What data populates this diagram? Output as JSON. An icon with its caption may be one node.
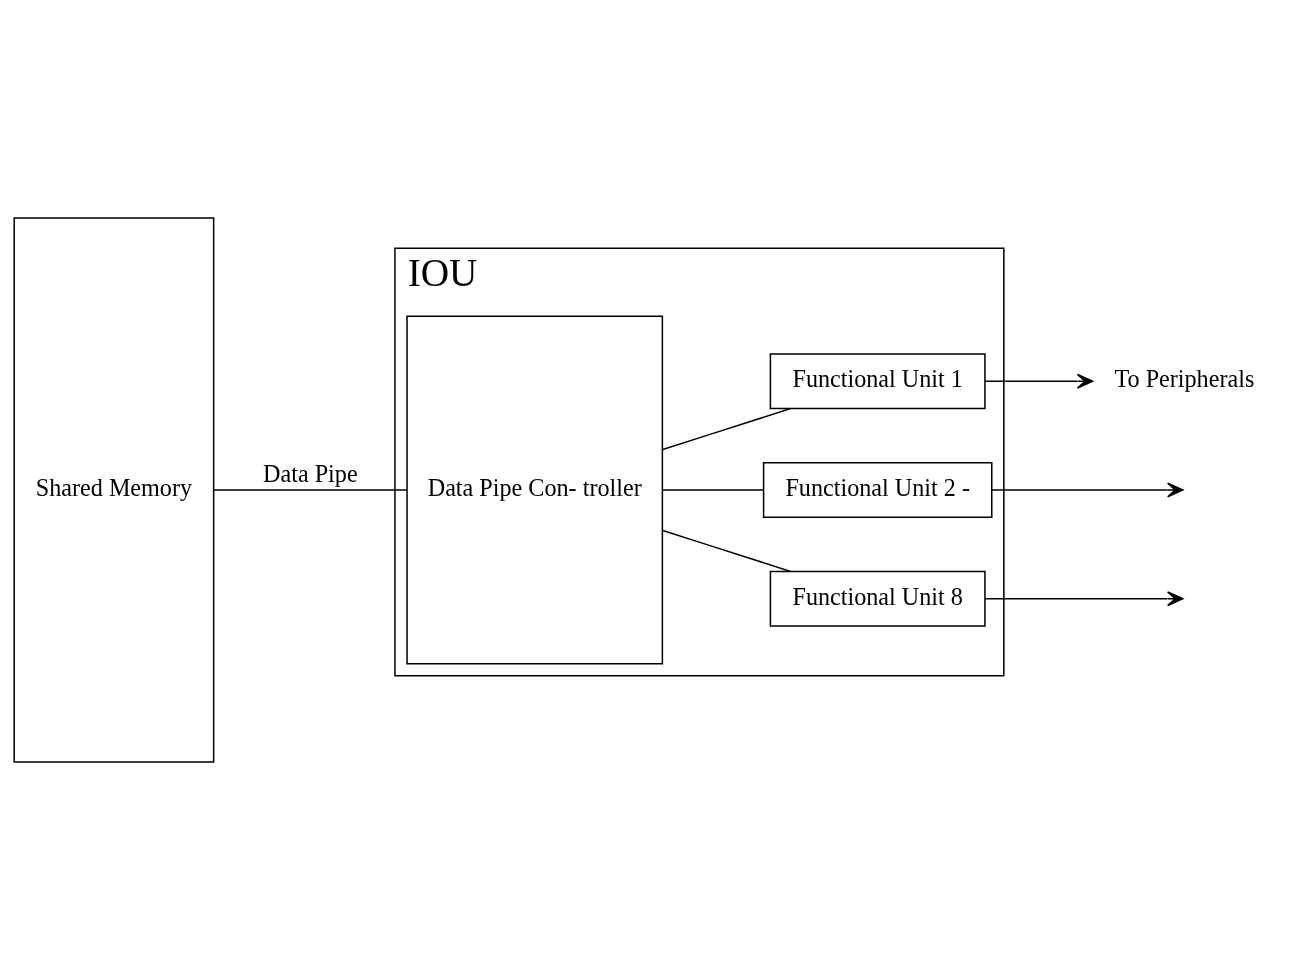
{
  "diagram": {
    "nodes": [
      {
        "text": [
          "Shared Memory"
        ]
      },
      {
        "text": [
          "IOU"
        ]
      },
      {
        "text": [
          "Data Pipe Con- troller"
        ],
        "in": 1
      },
      {
        "text": [
          "Functional Unit 1"
        ],
        "in": 1
      },
      {
        "text": [
          "Functional Unit 2 -"
        ],
        "in": 1
      },
      {
        "text": [
          "Functional Unit 8"
        ],
        "in": 1
      },
      {
        "text": [
          "To Peripherals"
        ]
      }
    ],
    "edges": [
      {
        "from": 0,
        "to": 2,
        "arrow": "none",
        "label": "Data Pipe"
      },
      {
        "from": 2,
        "to": 3,
        "arrow": "none"
      },
      {
        "from": 2,
        "to": 4,
        "arrow": "none"
      },
      {
        "from": 2,
        "to": 5,
        "arrow": "none"
      },
      {
        "from": 3,
        "to": 6,
        "arrow": "to"
      },
      {
        "from": 4,
        "to": null,
        "arrow": "to"
      },
      {
        "from": 5,
        "to": null,
        "arrow": "to"
      }
    ]
  }
}
